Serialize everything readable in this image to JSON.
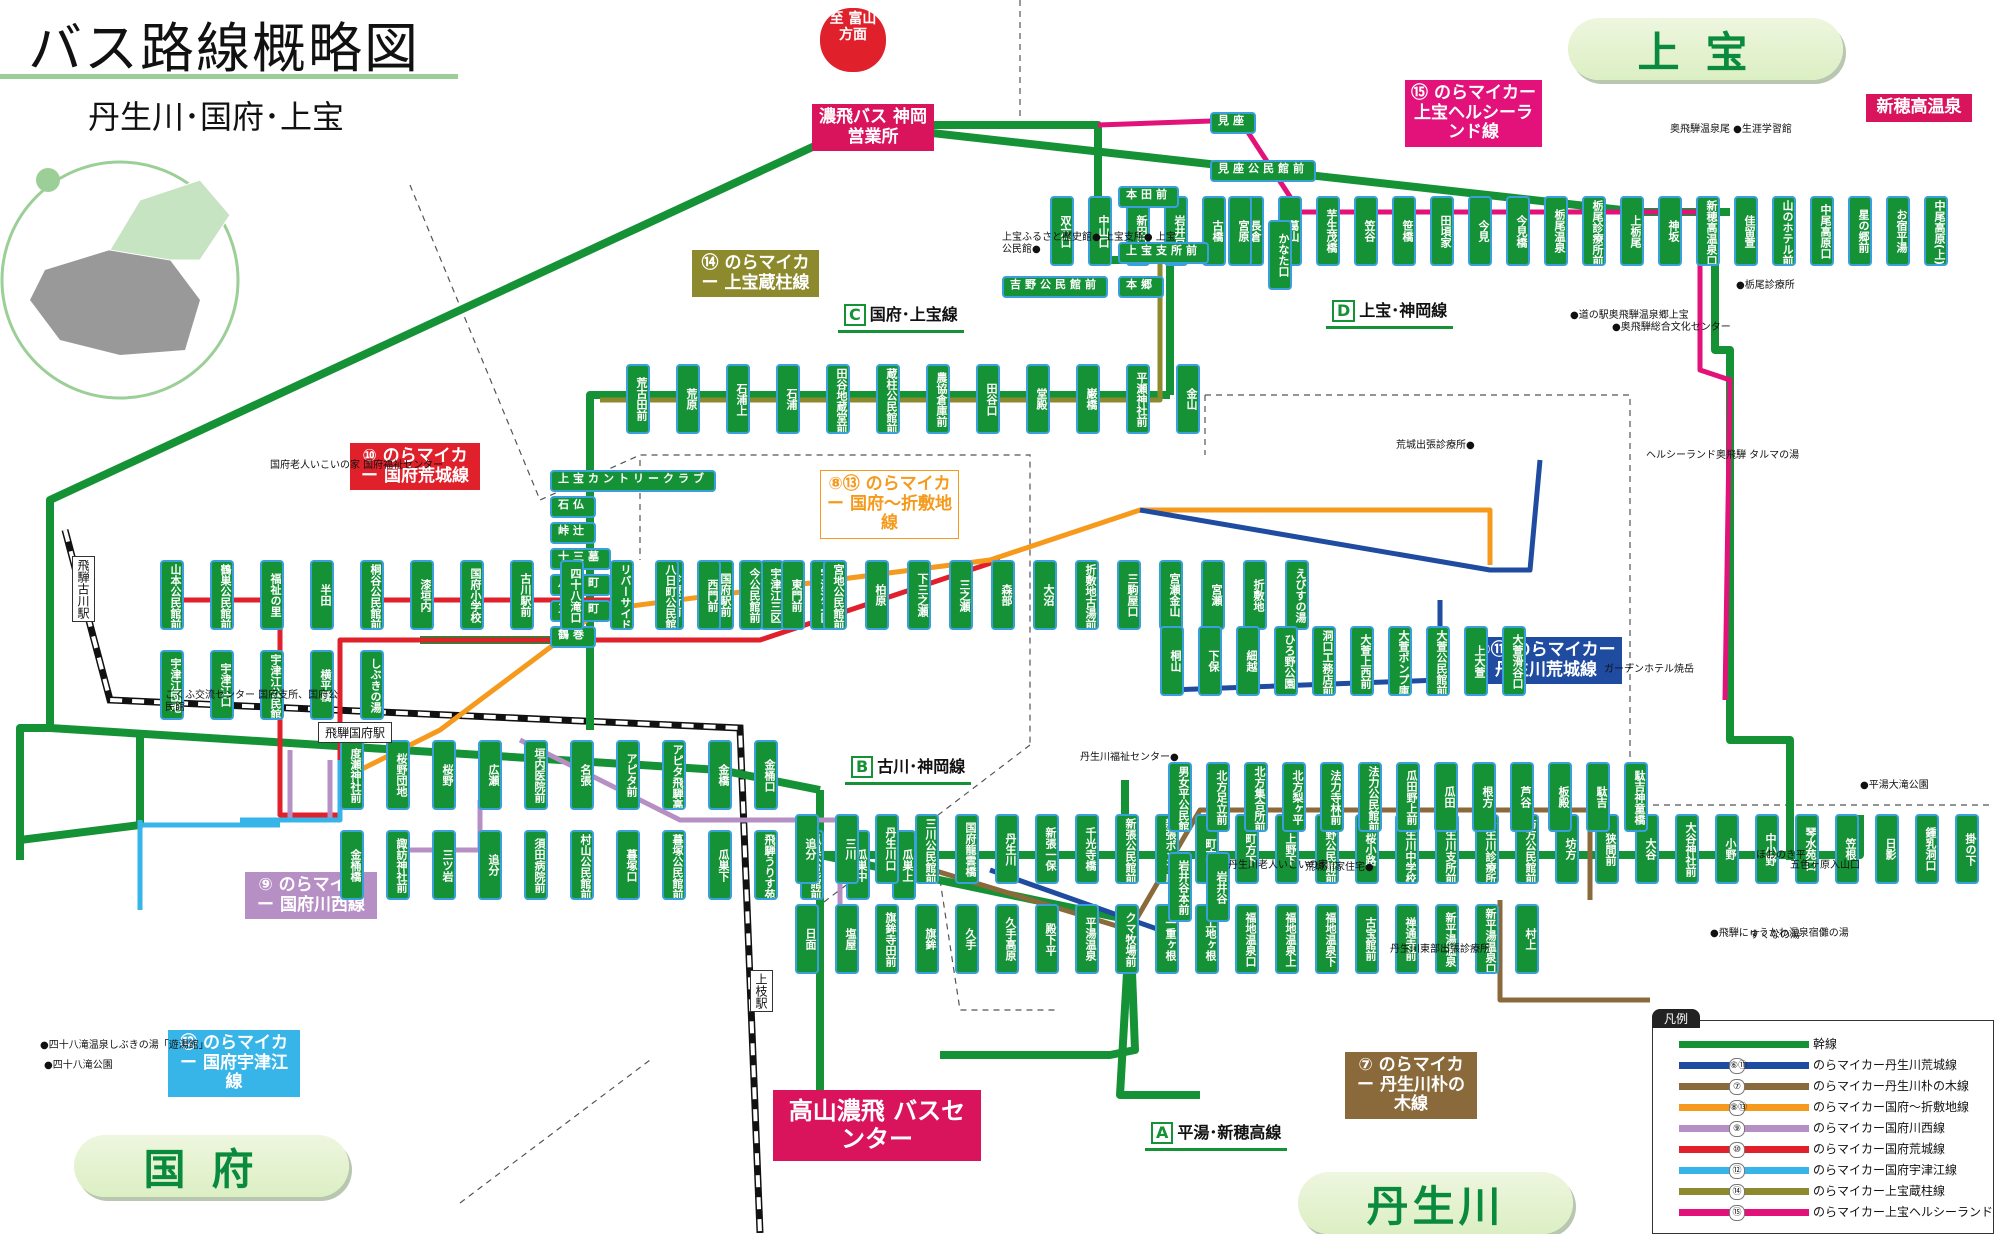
{
  "title": "バス路線概略図",
  "subtitle": "丹生川･国府･上宝",
  "areas": {
    "kamitakara": "上宝",
    "kokufu": "国府",
    "nyukawa": "丹生川"
  },
  "terminals": {
    "toyama": "至 富山 方面",
    "kamioka_office": "濃飛バス 神岡営業所",
    "bus_center": "高山濃飛 バスセンター",
    "shinhotaka": "新穂高温泉"
  },
  "trunk_labels": [
    {
      "letter": "A",
      "name": "平湯･新穂高線"
    },
    {
      "letter": "B",
      "name": "古川･神岡線"
    },
    {
      "letter": "C",
      "name": "国府･上宝線"
    },
    {
      "letter": "D",
      "name": "上宝･神岡線"
    }
  ],
  "route_callouts": [
    {
      "number": "⑥⑪",
      "name": "のらマイカー 丹生川荒城線",
      "color": "#1f4ba0"
    },
    {
      "number": "⑦",
      "name": "のらマイカー 丹生川朴の木線",
      "color": "#8a6a3a"
    },
    {
      "number": "⑧⑬",
      "name": "のらマイカー 国府～折敷地線",
      "color": "#f59a1c"
    },
    {
      "number": "⑨",
      "name": "のらマイカー 国府川西線",
      "color": "#b68fc4"
    },
    {
      "number": "⑩",
      "name": "のらマイカー 国府荒城線",
      "color": "#e0202a"
    },
    {
      "number": "⑫",
      "name": "のらマイカー 国府宇津江線",
      "color": "#37b4e8"
    },
    {
      "number": "⑭",
      "name": "のらマイカー 上宝蔵柱線",
      "color": "#8c8a2c"
    },
    {
      "number": "⑮",
      "name": "のらマイカー 上宝ヘルシーランド線",
      "color": "#e2127a"
    }
  ],
  "stops_trunk_top": [
    "双六口",
    "中山口",
    "新田口",
    "岩井戸",
    "古橋",
    "長倉",
    "葛山",
    "芋生茂橋",
    "笠谷",
    "笹橋",
    "田頃家",
    "今見",
    "今見橋",
    "栃尾温泉",
    "栃尾診療所前",
    "上栃尾",
    "神坂",
    "新穂高温泉口",
    "佳留萱",
    "山のホテル前",
    "中尾高原口",
    "星の郷前",
    "お宿平湯",
    "中尾高原(上)"
  ],
  "stops_kamitakara": [
    "見座",
    "見座公民館前",
    "宮原",
    "かなた口",
    "本田前",
    "上宝支所前",
    "本郷",
    "吉野公民館前"
  ],
  "stops_kurahashira": [
    "荒古田前",
    "荒原",
    "石浦上",
    "石浦",
    "田谷地蔵堂前",
    "蔵柱公民館前",
    "農協倉庫前",
    "田谷口",
    "堂殿",
    "巌橋",
    "平瀬神社前",
    "金山"
  ],
  "stops_kokufu_trunk": [
    "上宝カントリークラブ",
    "石仏",
    "峠辻",
    "十三墓",
    "八日町",
    "三日町",
    "鶴巻"
  ],
  "stops_kokufu_west": [
    "山本公民館前",
    "鶴巣公民館前",
    "福祉の里",
    "半田",
    "桐谷公民館前",
    "漆垣内",
    "国府小学校",
    "古川駅前",
    "四十八滝口",
    "リバーサイド",
    "診療所前",
    "国府駅前",
    "宇津江三区",
    "宇津江二区",
    "宇津江団地",
    "宇津江口",
    "宇津江公民館前",
    "横平橋",
    "しぶきの湯"
  ],
  "stops_kokufu_south": [
    "度瀬神社前",
    "桜野団地",
    "桜野",
    "広瀬",
    "垣内医院前",
    "名張",
    "アピタ前",
    "アピタ飛騨高山店",
    "金橋",
    "金桶口",
    "金桶橋",
    "諏訪神社前",
    "三ツ岩",
    "追分",
    "須田病院前",
    "村山公民館前",
    "暮塚口",
    "暮塚公民館前",
    "瓜巣下",
    "飛騨うりす苑前",
    "瓜巣公民館前",
    "瓜巣中",
    "瓜巣上"
  ],
  "stops_origami": [
    "八日町公民館前",
    "西門前",
    "今公民館前",
    "東門前",
    "宮地公民館前",
    "柏原",
    "下三之瀬",
    "三之瀬",
    "森部",
    "大沼",
    "折敷地古湯前",
    "三駒屋口",
    "宮瀬金山",
    "宮瀬",
    "折敷地",
    "えびすの湯"
  ],
  "stops_nyukawa_arakijo": [
    "桐山",
    "下保",
    "細越",
    "ひろ野公園",
    "洞口工務店前",
    "大萱上西前",
    "大萱ポンプ庫前",
    "大萱公民館前",
    "上大萱",
    "大萱滑谷口"
  ],
  "stops_nyukawa_trunk": [
    "追分",
    "三川",
    "丹生川口",
    "三川公民館前",
    "国府龍雲橋",
    "丹生川",
    "新張一保",
    "千光寺橋",
    "新張公民館前",
    "新張ポンプ庫前",
    "町方",
    "町方下",
    "上野下",
    "上野公民館前",
    "桜小路",
    "丹生川中学校前",
    "丹生川支所前",
    "丹生川診療所前",
    "坊方公民館前",
    "坊方",
    "狭間前",
    "大谷",
    "大谷神社前",
    "小野",
    "中小野",
    "琴水苑口",
    "笠根",
    "日影",
    "鍾乳洞口",
    "掛の下",
    "日面",
    "塩屋",
    "旗鉾寺田前",
    "旗鉾",
    "久手",
    "久手高原",
    "殿下平",
    "平湯温泉",
    "クマ牧場前",
    "一重ヶ根",
    "上地ヶ根",
    "福地温泉口",
    "福地温泉上",
    "福地温泉下",
    "古宝館前",
    "禅通寺前",
    "新平湯温泉",
    "新平湯温泉口",
    "村上"
  ],
  "stops_honoki": [
    "男女平公民館前",
    "北方足立前",
    "北方集合所前",
    "北方梨ヶ平",
    "法力寺林前",
    "法力公民館前",
    "瓜田野上前",
    "瓜田",
    "根方",
    "芦谷",
    "板殿",
    "駄吉",
    "駄吉神童橋",
    "岩井谷本前",
    "岩井谷"
  ],
  "notes": [
    "丹生川福祉センター●",
    "丹生川老人いこいの家",
    "荒城川家住宅●",
    "丹生川東部出張診療所",
    "●四十八滝温泉しぶきの湯「遊湯館」",
    "●四十八滝公園",
    "こくふ交流センター 国府支所、国府公民館",
    "国府老人いこいの家 国府福祉センター",
    "荒城出張診療所●",
    "●平湯大滝公園",
    "●飛騨にゅうかわ温泉宿儺の湯",
    "●栃尾診療所",
    "奥飛騨温泉尾 ●生涯学習館",
    "●道の駅奥飛騨温泉郷上宝",
    "●奥飛騨総合文化センター",
    "上宝ふるさと歴史館● 上宝支所● 上宝公民館●",
    "ヘルシーランド奥飛騨 タルマの湯",
    "ガーデンホテル焼岳",
    "すくなの湯",
    "ほおのき平",
    "五色ヶ原入山口"
  ],
  "stations": [
    "飛騨古川駅",
    "飛騨国府駅",
    "上枝駅"
  ],
  "legend": {
    "header": "凡例",
    "items": [
      {
        "label": "幹線",
        "color": "#169236",
        "badge": ""
      },
      {
        "label": "のらマイカー丹生川荒城線",
        "color": "#1f4ba0",
        "badge": "⑥⑪"
      },
      {
        "label": "のらマイカー丹生川朴の木線",
        "color": "#8a6a3a",
        "badge": "⑦"
      },
      {
        "label": "のらマイカー国府～折敷地線",
        "color": "#f59a1c",
        "badge": "⑧⑬"
      },
      {
        "label": "のらマイカー国府川西線",
        "color": "#b68fc4",
        "badge": "⑨"
      },
      {
        "label": "のらマイカー国府荒城線",
        "color": "#e0202a",
        "badge": "⑩"
      },
      {
        "label": "のらマイカー国府宇津江線",
        "color": "#37b4e8",
        "badge": "⑫"
      },
      {
        "label": "のらマイカー上宝蔵柱線",
        "color": "#8c8a2c",
        "badge": "⑭"
      },
      {
        "label": "のらマイカー上宝ヘルシーランド線",
        "color": "#e2127a",
        "badge": "⑮"
      }
    ]
  },
  "colors": {
    "trunk": "#169236",
    "stop_fill": "#169236",
    "stop_border": "#3aa0dc",
    "area_pill": "#0a8a3c"
  }
}
